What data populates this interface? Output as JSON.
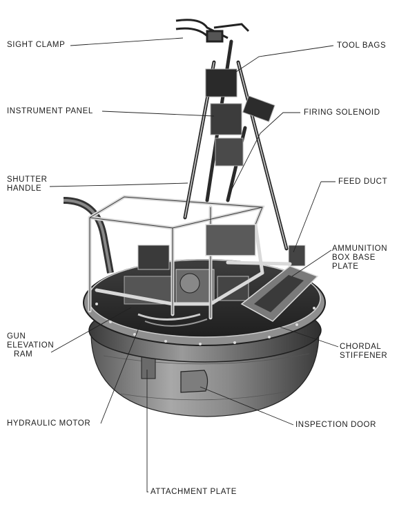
{
  "labels": {
    "sight_clamp": "SIGHT CLAMP",
    "tool_bags": "TOOL BAGS",
    "instrument_panel": "INSTRUMENT PANEL",
    "firing_solenoid": "FIRING SOLENOID",
    "shutter_handle": [
      "SHUTTER",
      "HANDLE"
    ],
    "feed_duct": "FEED DUCT",
    "ammunition_box_base_plate": [
      "AMMUNITION",
      "BOX BASE",
      "PLATE"
    ],
    "gun_elevation_ram": [
      "GUN",
      "ELEVATION",
      "RAM"
    ],
    "chordal_stiffener": [
      "CHORDAL",
      "STIFFENER"
    ],
    "hydraulic_motor": "HYDRAULIC MOTOR",
    "inspection_door": "INSPECTION DOOR",
    "attachment_plate": "ATTACHMENT PLATE"
  },
  "colors": {
    "ink": "#1a1a1a",
    "metal_dark": "#2b2b2b",
    "metal_mid": "#6e6e6e",
    "metal_light": "#b9b9b9",
    "background": "#ffffff"
  }
}
